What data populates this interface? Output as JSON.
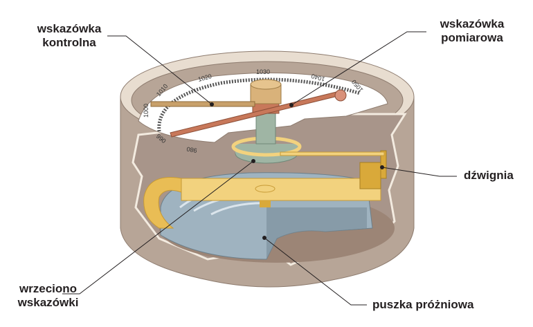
{
  "diagram": {
    "subject": "aneroid barometer cutaway",
    "labels": {
      "control_pointer": [
        "wskazówka",
        "kontrolna"
      ],
      "measuring_pointer": [
        "wskazówka",
        "pomiarowa"
      ],
      "lever": [
        "dźwignia"
      ],
      "pointer_spindle": [
        "wrzeciono",
        "wskazówki"
      ],
      "vacuum_capsule": [
        "puszka próżniowa"
      ]
    },
    "dial": {
      "scale_labels": [
        "980",
        "990",
        "1000",
        "1010",
        "1020",
        "1030",
        "1040",
        "1050"
      ]
    },
    "colors": {
      "case": "#b7a597",
      "case_rim": "#e8ddd0",
      "case_floor": "#9c8576",
      "dial_face": "#ffffff",
      "control_pointer": "#c8a06a",
      "measuring_pointer": "#c8785a",
      "knob": "#d9b27a",
      "spindle": "#9fb5a4",
      "lever": "#f2d27e",
      "lever_dark": "#d9a93a",
      "capsule": "#9fb3c0",
      "capsule_dark": "#7d929e",
      "leader_line": "#231f20"
    }
  }
}
